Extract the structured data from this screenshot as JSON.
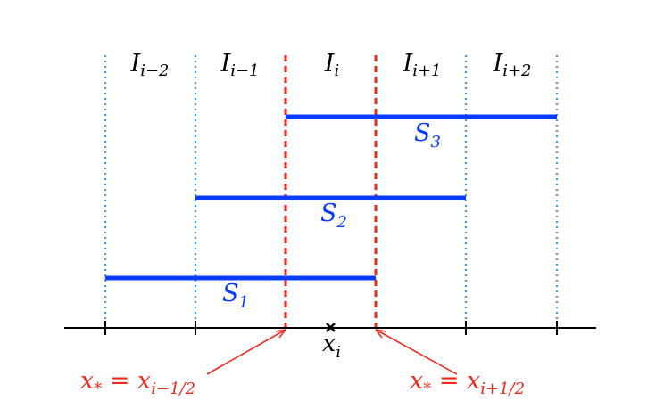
{
  "colors": {
    "grid_dotted": "#3a9ee4",
    "interface_dashed": "#ee2a1b",
    "stencil": "#0a3cff",
    "axis": "#000000",
    "annotation": "#ee2a1b"
  },
  "cells": [
    {
      "base": "I",
      "sub": "i−2"
    },
    {
      "base": "I",
      "sub": "i−1"
    },
    {
      "base": "I",
      "sub": "i"
    },
    {
      "base": "I",
      "sub": "i+1"
    },
    {
      "base": "I",
      "sub": "i+2"
    }
  ],
  "stencils": [
    {
      "base": "S",
      "sub": "3",
      "from_cell": 2,
      "to_cell": 4
    },
    {
      "base": "S",
      "sub": "2",
      "from_cell": 1,
      "to_cell": 3
    },
    {
      "base": "S",
      "sub": "1",
      "from_cell": 0,
      "to_cell": 2
    }
  ],
  "node": {
    "base": "x",
    "sub": "i"
  },
  "interfaces": [
    {
      "lhs_base": "x",
      "lhs_sub": "*",
      "rhs_base": "x",
      "rhs_sub": "i−1/2"
    },
    {
      "lhs_base": "x",
      "lhs_sub": "*",
      "rhs_base": "x",
      "rhs_sub": "i+1/2"
    }
  ]
}
